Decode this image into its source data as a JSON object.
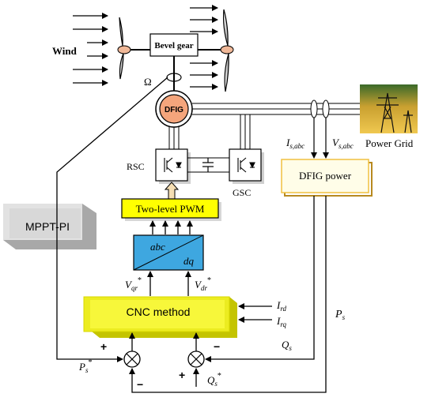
{
  "labels": {
    "wind": "Wind",
    "bevel_gear": "Bevel gear",
    "omega": "Ω",
    "dfig": "DFIG",
    "power_grid": "Power Grid",
    "rsc": "RSC",
    "gsc": "GSC",
    "two_level_pwm": "Two-level PWM",
    "abc": "abc",
    "dq": "dq",
    "mppt_pi": "MPPT-PI",
    "dfig_power": "DFIG power",
    "cnc_method": "CNC method"
  },
  "signals": {
    "i_sabc_main": "I",
    "i_sabc_sub": "s,abc",
    "v_sabc_main": "V",
    "v_sabc_sub": "s,abc",
    "vqr_main": "V",
    "vqr_sub": "qr",
    "vqr_sup": "*",
    "vdr_main": "V",
    "vdr_sub": "dr",
    "vdr_sup": "*",
    "ird_main": "I",
    "ird_sub": "rd",
    "irq_main": "I",
    "irq_sub": "rq",
    "ps_main": "P",
    "ps_sub": "s",
    "qs_main": "Q",
    "qs_sub": "s",
    "ps_ref_main": "P",
    "ps_ref_sub": "s",
    "ps_ref_sup": "*",
    "qs_ref_main": "Q",
    "qs_ref_sub": "s",
    "qs_ref_sup": "*"
  },
  "signs": {
    "sum1_plus": "+",
    "sum1_minus": "−",
    "sum2_minus": "−",
    "sum2_plus": "+"
  },
  "colors": {
    "pwm_fill": "#ffff00",
    "transform_fill": "#3ea7e0",
    "dfig_fill": "#f4a57c",
    "cnc_fill": "#e8e81a",
    "mppt_fill": "#d9d9d9",
    "power_box_fill": "#fffde8",
    "power_box_border": "#f0c040"
  },
  "icons": [
    "wind-arrow-icon",
    "turbine-blade-icon",
    "transmission-tower-icon",
    "igbt-switch-icon",
    "capacitor-icon",
    "summing-junction-icon",
    "current-sensor-icon"
  ]
}
